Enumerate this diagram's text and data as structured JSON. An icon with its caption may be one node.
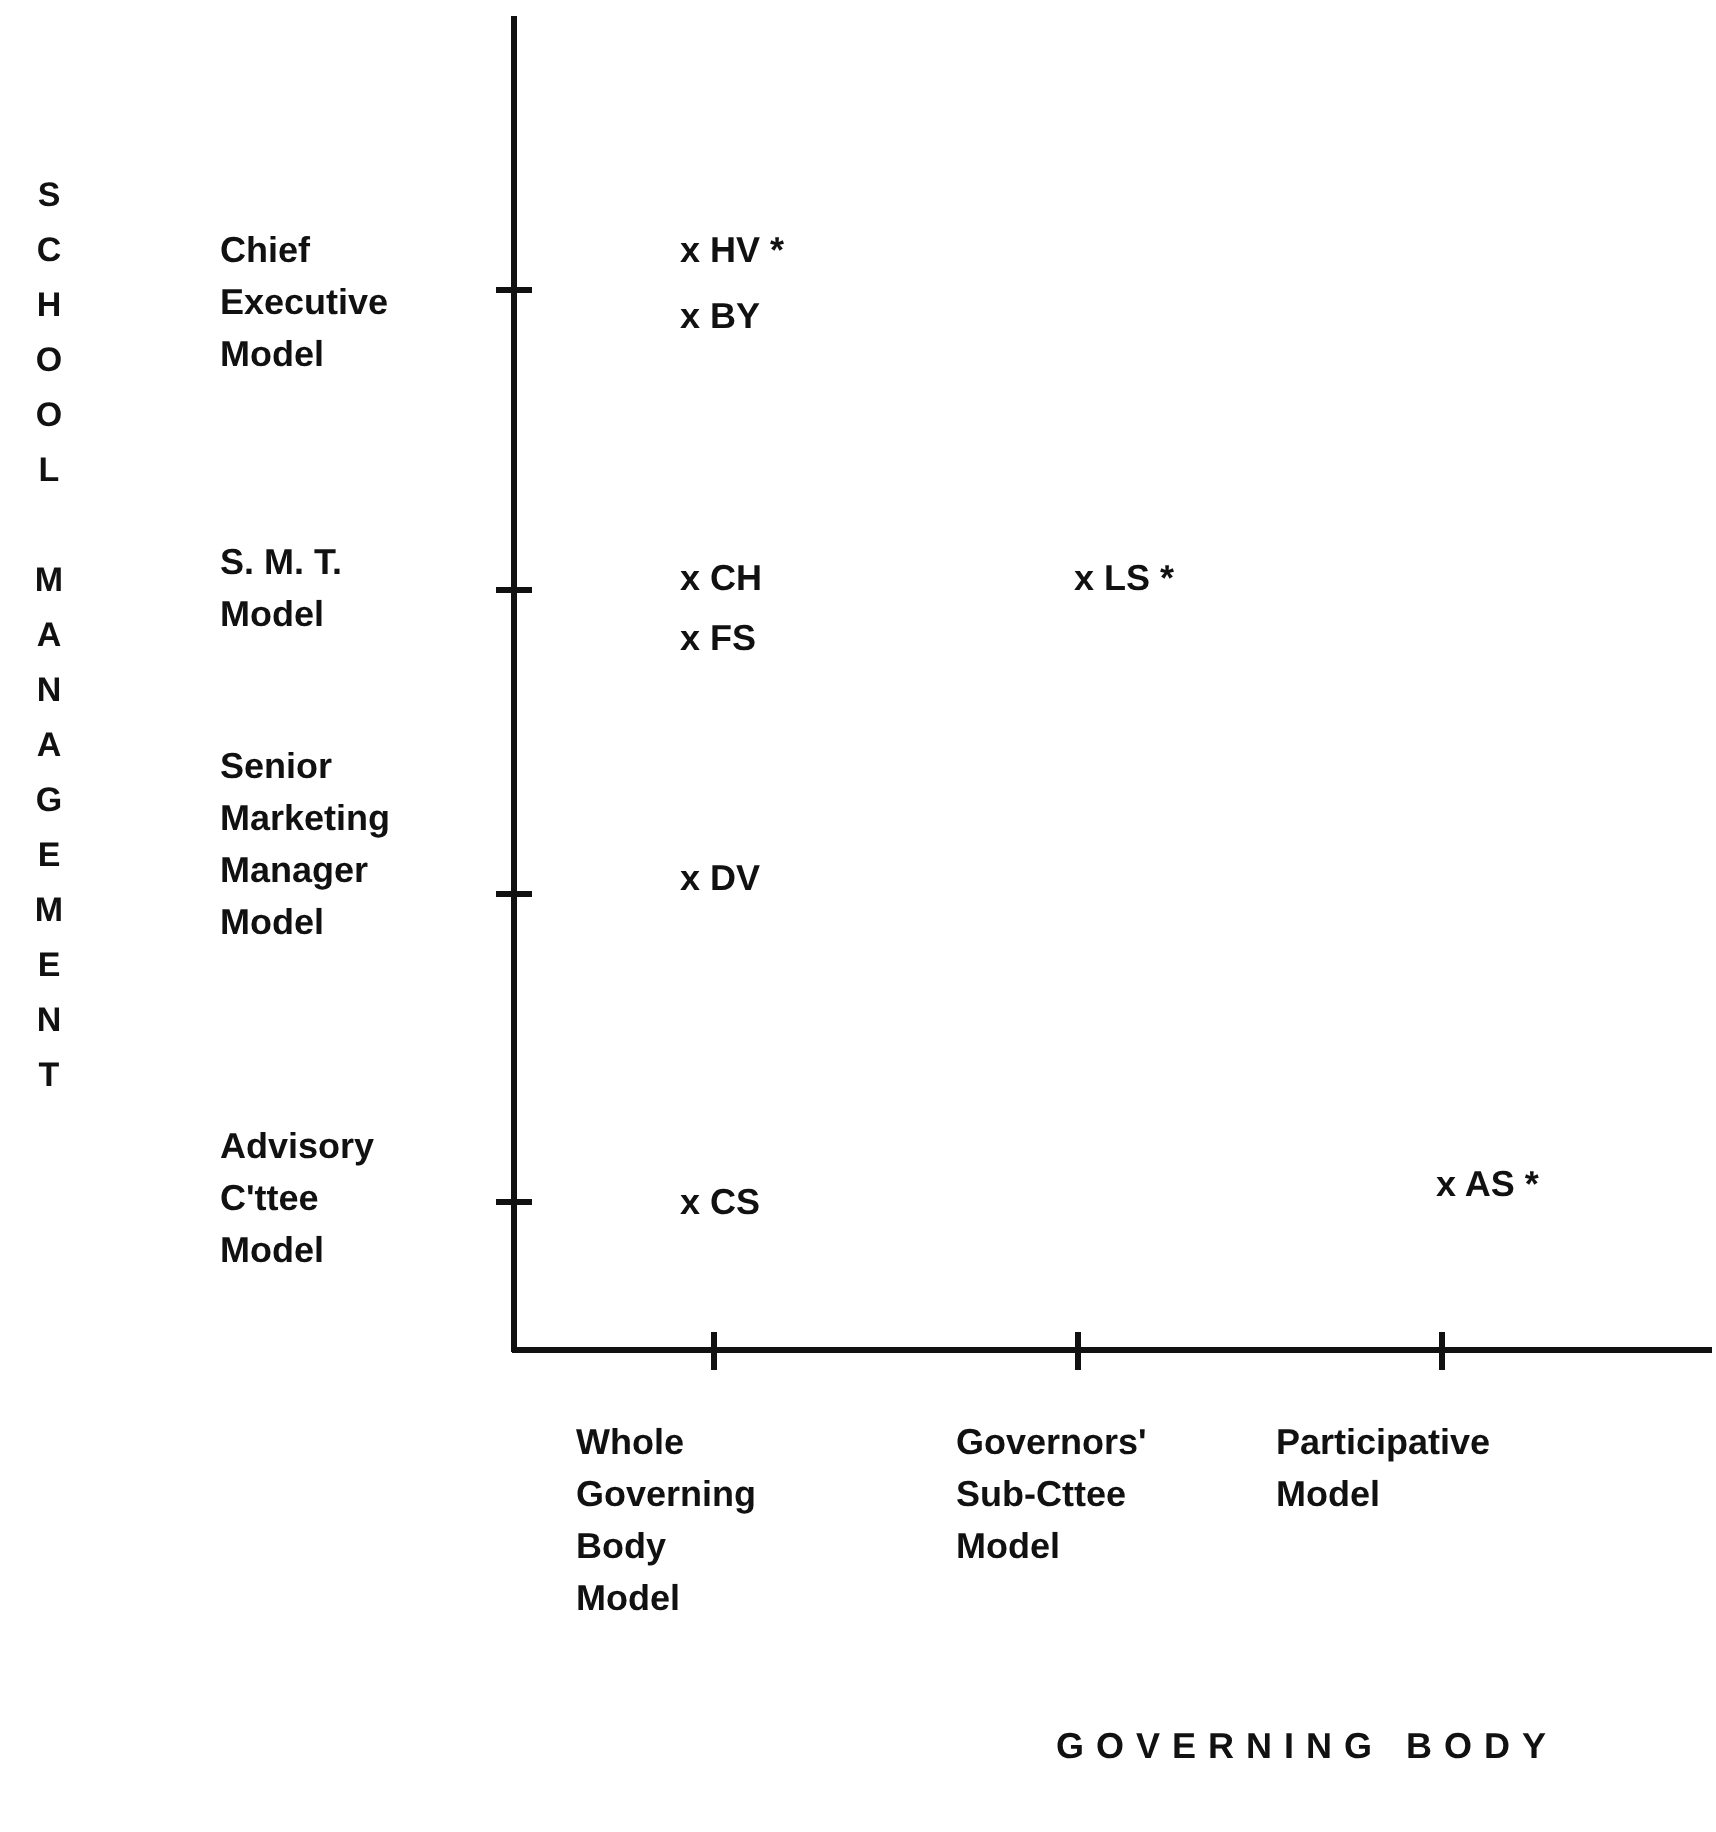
{
  "diagram": {
    "labels": [
      "SCHOOL MANAGEMENT",
      "Chief Executive Model",
      "x HV *",
      "x BY",
      "S. M. T. Model",
      "x CH",
      "x LS *",
      "x FS",
      "Senior Marketing Manager Model",
      "x DV",
      "Advisory C'ttee Model",
      "x CS",
      "x AS *",
      "Whole Governing Body Model",
      "Governors' Sub-Cttee Model",
      "Participative Model",
      "GOVERNING BODY"
    ]
  }
}
